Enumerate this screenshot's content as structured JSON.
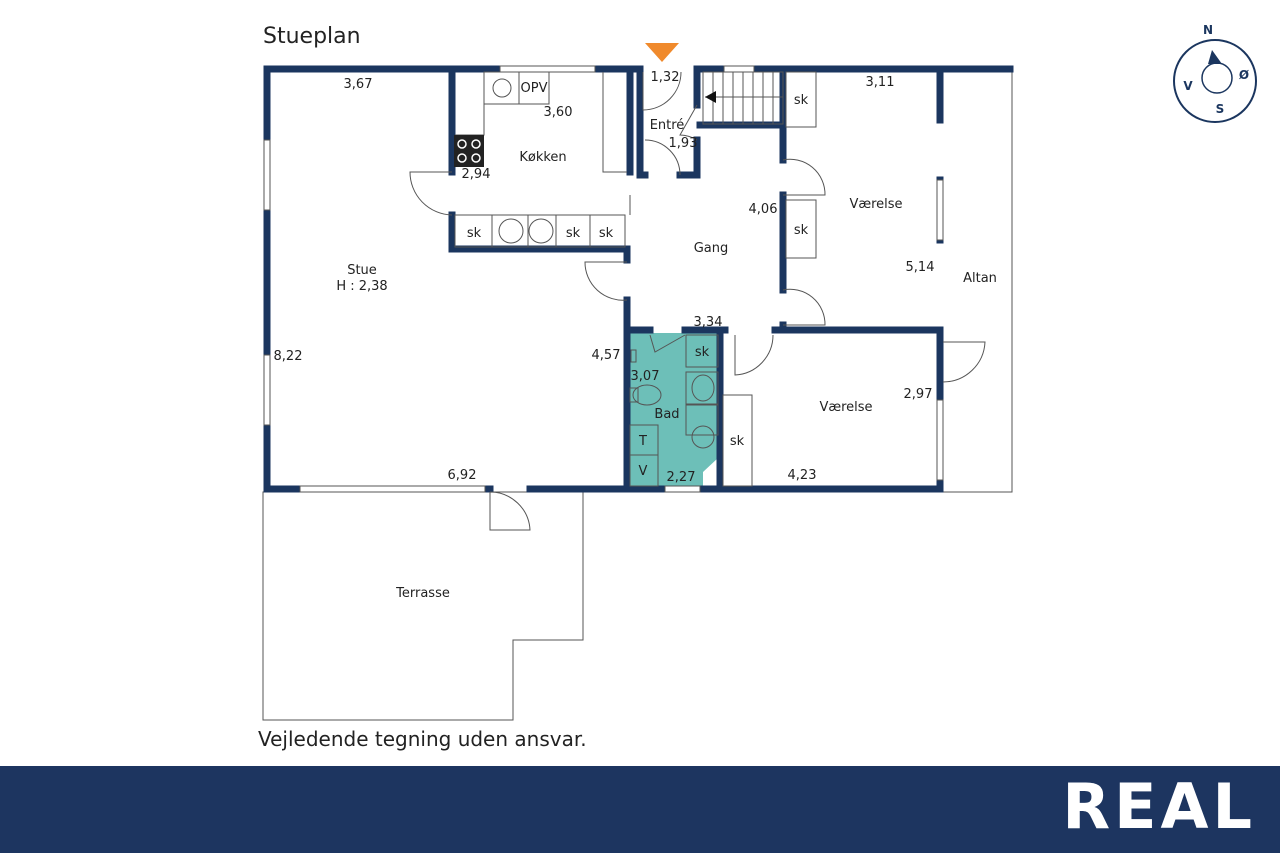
{
  "title": "Stueplan",
  "disclaimer": "Vejledende tegning uden ansvar.",
  "logo": "REAL",
  "compass": {
    "n": "N",
    "e": "Ø",
    "s": "S",
    "w": "V"
  },
  "rooms": {
    "stue": "Stue",
    "stue_height": "H : 2,38",
    "kokken": "Køkken",
    "entre": "Entré",
    "gang": "Gang",
    "vaerelse1": "Værelse",
    "vaerelse2": "Værelse",
    "bad": "Bad",
    "altan": "Altan",
    "terrasse": "Terrasse"
  },
  "dims": {
    "d367": "3,67",
    "d360": "3,60",
    "d294": "2,94",
    "d822": "8,22",
    "d692": "6,92",
    "d457": "4,57",
    "d132": "1,32",
    "d193": "1,93",
    "d406": "4,06",
    "d334": "3,34",
    "d307": "3,07",
    "d227": "2,27",
    "d311": "3,11",
    "d514": "5,14",
    "d297": "2,97",
    "d423": "4,23"
  },
  "fixtures": {
    "sk": "sk",
    "opv": "OPV",
    "t": "T",
    "v": "V"
  },
  "colors": {
    "wall": "#1b365f",
    "bath": "#6dbfb8",
    "entrance_arrow": "#f08a2c",
    "footer": "#1d3560"
  }
}
